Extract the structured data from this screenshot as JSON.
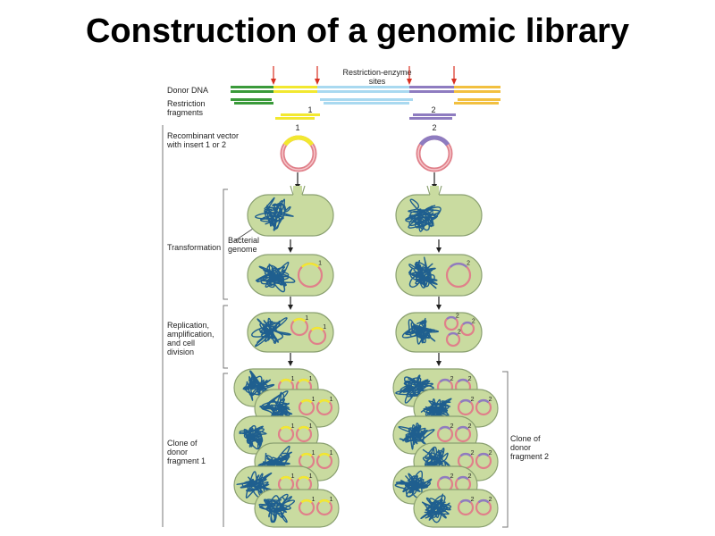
{
  "title": "Construction of a genomic library",
  "labels": {
    "restriction_sites": [
      "Restriction-enzyme",
      "sites"
    ],
    "donor_dna": "Donor DNA",
    "restriction_fragments": [
      "Restriction",
      "fragments"
    ],
    "recombinant_vector": [
      "Recombinant vector",
      "with insert 1 or 2"
    ],
    "transformation": "Transformation",
    "bacterial_genome": [
      "Bacterial",
      "genome"
    ],
    "replication": [
      "Replication,",
      "amplification,",
      "and cell",
      "division"
    ],
    "clone1": [
      "Clone of",
      "donor",
      "fragment 1"
    ],
    "clone2": [
      "Clone of",
      "donor",
      "fragment 2"
    ]
  },
  "insert_numbers": {
    "one": "1",
    "two": "2"
  },
  "colors": {
    "green_segment": "#3a9a3a",
    "yellow_segment": "#f2e830",
    "blue_segment": "#a9d9f0",
    "purple_segment": "#8e7cc0",
    "orange_segment": "#f2c040",
    "cut_arrow": "#d83020",
    "cell_fill": "#c9dba0",
    "cell_stroke": "#8aa070",
    "genome": "#1f5f8f",
    "plasmid": "#e0808a"
  }
}
